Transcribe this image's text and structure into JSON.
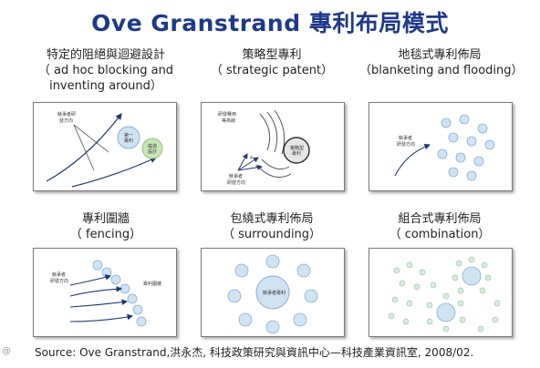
{
  "title": "Ove Granstrand 專利布局模式",
  "models": [
    {
      "name": "特定的阻絕與迴避設計",
      "english_lines": [
        "（ ad hoc blocking and",
        "inventing around）"
      ],
      "labels": [
        "競爭者研",
        "發方向",
        "第一",
        "專利",
        "繞道",
        "設計"
      ]
    },
    {
      "name": "策略型專利",
      "english_lines": [
        "（ strategic patent）"
      ],
      "labels": [
        "研發費用",
        "等高線",
        "策略型",
        "專利",
        "競爭者",
        "研發方向"
      ]
    },
    {
      "name": "地毯式專利佈局",
      "english_lines": [
        "（blanketing and flooding）"
      ],
      "labels": [
        "競爭者",
        "研發方向"
      ]
    },
    {
      "name": "專利圍牆",
      "english_lines": [
        "（ fencing）"
      ],
      "labels": [
        "競爭者",
        "研發方向",
        "專利圍牆"
      ]
    },
    {
      "name": "包繞式專利佈局",
      "english_lines": [
        "（ surrounding）"
      ],
      "labels": [
        "競爭者專利"
      ]
    },
    {
      "name": "組合式專利佈局",
      "english_lines": [
        "（ combination）"
      ],
      "labels": []
    }
  ],
  "source": "Source: Ove Granstrand,洪永杰, 科技政策研究與資訊中心—科技產業資訊室, 2008/02.",
  "watermark": "@",
  "colors": {
    "title": "#1f3a8a",
    "arrow": "#1f3a6f",
    "circle_fill": "#cfe3f3",
    "circle_stroke": "#8aaed0"
  }
}
